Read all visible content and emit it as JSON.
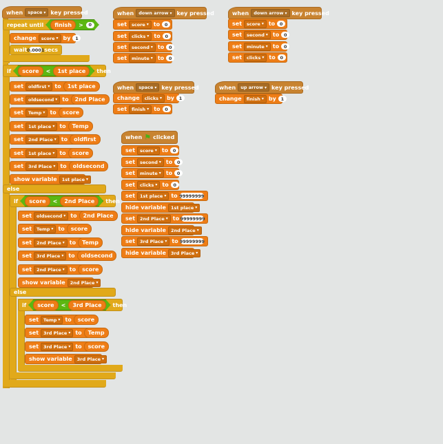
{
  "scripts": {
    "main": {
      "hat": {
        "when": "when",
        "key": "space",
        "pressed": "key pressed"
      },
      "repeat": {
        "label": "repeat until",
        "var": "finish",
        "op": ">",
        "val": "0"
      },
      "change": {
        "label": "change",
        "var": "score",
        "by": "by",
        "val": "1"
      },
      "wait": {
        "label": "wait",
        "val": "0.0001",
        "secs": "secs"
      },
      "if1": {
        "if": "if",
        "left": "score",
        "op": "<",
        "right": "1st place",
        "then": "then"
      },
      "if1_body": [
        {
          "a": "set",
          "var": "oldfirst",
          "to": "to",
          "val": "1st place"
        },
        {
          "a": "set",
          "var": "oldsecond",
          "to": "to",
          "val": "2nd Place"
        },
        {
          "a": "set",
          "var": "Temp",
          "to": "to",
          "val": "score"
        },
        {
          "a": "set",
          "var": "1st place",
          "to": "to",
          "val": "Temp"
        },
        {
          "a": "set",
          "var": "2nd Place",
          "to": "to",
          "val": "oldfirst"
        },
        {
          "a": "set",
          "var": "1st place",
          "to": "to",
          "val": "score"
        },
        {
          "a": "set",
          "var": "3rd Place",
          "to": "to",
          "val": "oldsecond"
        }
      ],
      "show1": {
        "label": "show variable",
        "var": "1st place"
      },
      "else1": "else",
      "if2": {
        "if": "if",
        "left": "score",
        "op": "<",
        "right": "2nd Place",
        "then": "then"
      },
      "if2_body": [
        {
          "a": "set",
          "var": "oldsecond",
          "to": "to",
          "val": "2nd Place"
        },
        {
          "a": "set",
          "var": "Temp",
          "to": "to",
          "val": "score"
        },
        {
          "a": "set",
          "var": "2nd Place",
          "to": "to",
          "val": "Temp"
        },
        {
          "a": "set",
          "var": "3rd Place",
          "to": "to",
          "val": "oldsecond"
        },
        {
          "a": "set",
          "var": "2nd Place",
          "to": "to",
          "val": "score"
        }
      ],
      "show2": {
        "label": "show variable",
        "var": "2nd Place"
      },
      "else2": "else",
      "if3": {
        "if": "if",
        "left": "score",
        "op": "<",
        "right": "3rd Place",
        "then": "then"
      },
      "if3_body": [
        {
          "a": "set",
          "var": "Temp",
          "to": "to",
          "val": "score"
        },
        {
          "a": "set",
          "var": "3rd Place",
          "to": "to",
          "val": "Temp"
        },
        {
          "a": "set",
          "var": "3rd Place",
          "to": "to",
          "val": "score"
        }
      ],
      "show3": {
        "label": "show variable",
        "var": "3rd Place"
      }
    },
    "down1": {
      "hat": {
        "when": "when",
        "key": "down arrow",
        "pressed": "key pressed"
      },
      "sets": [
        {
          "a": "set",
          "var": "score",
          "to": "to",
          "val": "0"
        },
        {
          "a": "set",
          "var": "clicks",
          "to": "to",
          "val": "0"
        },
        {
          "a": "set",
          "var": "second",
          "to": "to",
          "val": "0"
        },
        {
          "a": "set",
          "var": "minute",
          "to": "to",
          "val": "0"
        }
      ]
    },
    "down2": {
      "hat": {
        "when": "when",
        "key": "down arrow",
        "pressed": "key pressed"
      },
      "sets": [
        {
          "a": "set",
          "var": "score",
          "to": "to",
          "val": "0"
        },
        {
          "a": "set",
          "var": "second",
          "to": "to",
          "val": "0"
        },
        {
          "a": "set",
          "var": "minute",
          "to": "to",
          "val": "0"
        },
        {
          "a": "set",
          "var": "clicks",
          "to": "to",
          "val": "0"
        }
      ]
    },
    "space2": {
      "hat": {
        "when": "when",
        "key": "space",
        "pressed": "key pressed"
      },
      "change": {
        "label": "change",
        "var": "clicks",
        "by": "by",
        "val": "1"
      },
      "set": {
        "a": "set",
        "var": "finish",
        "to": "to",
        "val": "0"
      }
    },
    "up": {
      "hat": {
        "when": "when",
        "key": "up arrow",
        "pressed": "key pressed"
      },
      "change": {
        "label": "change",
        "var": "finish",
        "by": "by",
        "val": "1"
      }
    },
    "flag": {
      "hat": {
        "when": "when",
        "clicked": "clicked"
      },
      "rows": [
        {
          "a": "set",
          "var": "score",
          "to": "to",
          "val": "0"
        },
        {
          "a": "set",
          "var": "second",
          "to": "to",
          "val": "0"
        },
        {
          "a": "set",
          "var": "minute",
          "to": "to",
          "val": "0"
        },
        {
          "a": "set",
          "var": "clicks",
          "to": "to",
          "val": "0"
        },
        {
          "a": "set",
          "var": "1st place",
          "to": "to",
          "val": "99999999"
        },
        {
          "a": "hide variable",
          "var": "1st place"
        },
        {
          "a": "set",
          "var": "2nd Place",
          "to": "to",
          "val": "99999999"
        },
        {
          "a": "hide variable",
          "var": "2nd Place"
        },
        {
          "a": "set",
          "var": "3rd Place",
          "to": "to",
          "val": "99999999"
        },
        {
          "a": "hide variable",
          "var": "3rd Place"
        }
      ]
    }
  }
}
